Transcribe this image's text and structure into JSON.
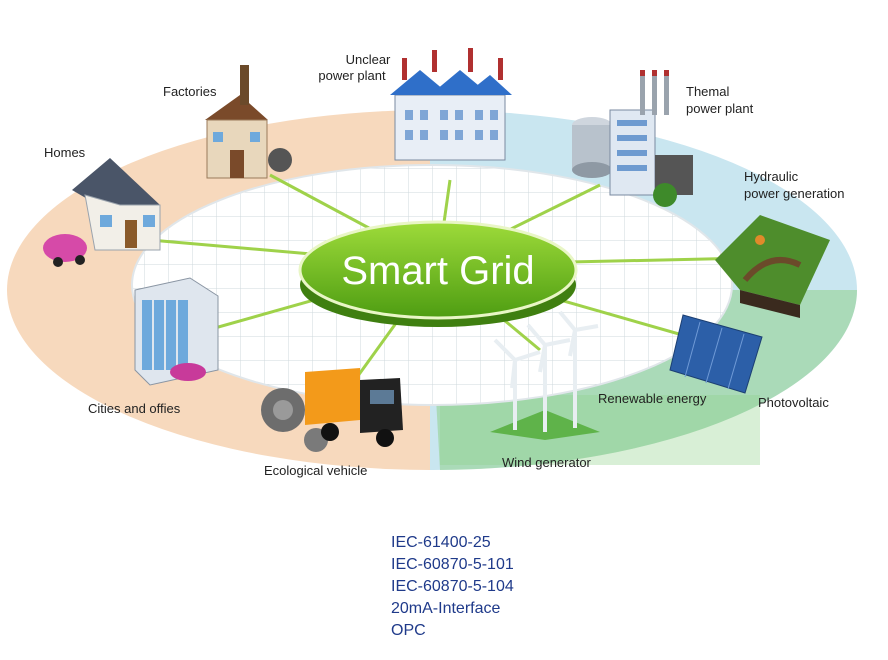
{
  "center": {
    "title": "Smart Grid"
  },
  "nodes": {
    "nuclear": "Unclear power plant",
    "nuclear_line1": "Unclear",
    "nuclear_line2": "power plant",
    "thermal_line1": "Themal",
    "thermal_line2": "power plant",
    "hydraulic_line1": "Hydraulic",
    "hydraulic_line2": "power generation",
    "photovoltaic": "Photovoltaic",
    "renewable": "Renewable energy",
    "wind": "Wind generator",
    "vehicle": "Ecological vehicle",
    "cities": "Cities and offies",
    "homes": "Homes",
    "factories": "Factories"
  },
  "protocols": [
    "IEC-61400-25",
    "IEC-60870-5-101",
    "IEC-60870-5-104",
    "20mA-Interface",
    "OPC"
  ],
  "colors": {
    "ring_left": "#f7d9bd",
    "ring_right": "#c9e6f0",
    "renewable_zone": "#8fd08a",
    "center_green": "#6abf1e",
    "spoke": "#9fd24a",
    "protocol_text": "#1f3a8a"
  }
}
